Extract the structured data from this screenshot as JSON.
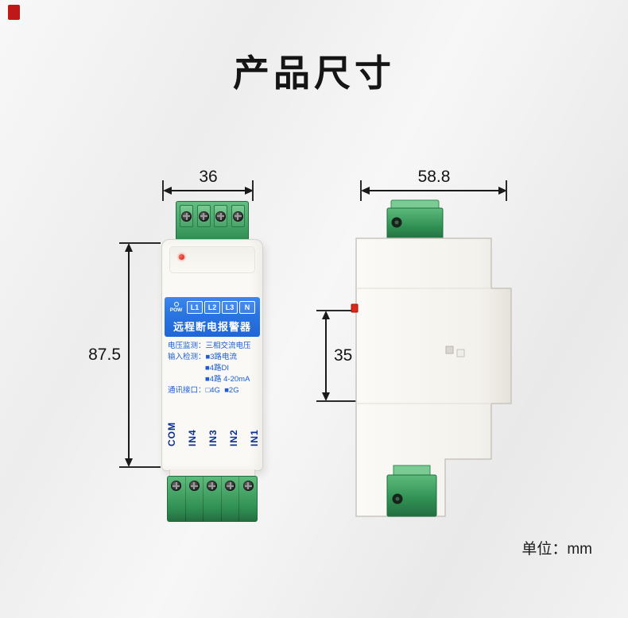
{
  "page": {
    "title": "产品尺寸",
    "unit_label": "单位：mm"
  },
  "front_view": {
    "width_mm": "36",
    "height_mm": "87.5",
    "device": {
      "pow_label": "POW",
      "line_labels": [
        "L1",
        "L2",
        "L3",
        "N"
      ],
      "product_name": "远程断电报警器",
      "spec_lines": [
        "电压监测：三相交流电压",
        "输入检测：■3路电流",
        "■4路DI",
        "■4路 4-20mA",
        "通讯接口：□4G  ■2G"
      ],
      "io_labels": [
        "COM",
        "IN4",
        "IN3",
        "IN2",
        "IN1"
      ]
    }
  },
  "side_view": {
    "width_mm": "58.8",
    "rail_section_height_mm": "35"
  },
  "colors": {
    "panel_blue": "#2a74e2",
    "spec_text_blue": "#1b5cd6",
    "io_label_blue": "#0d2f8e",
    "terminal_green": "#2f8f52",
    "led_red": "#d9281c",
    "dimension_line": "#1a1a1a"
  }
}
